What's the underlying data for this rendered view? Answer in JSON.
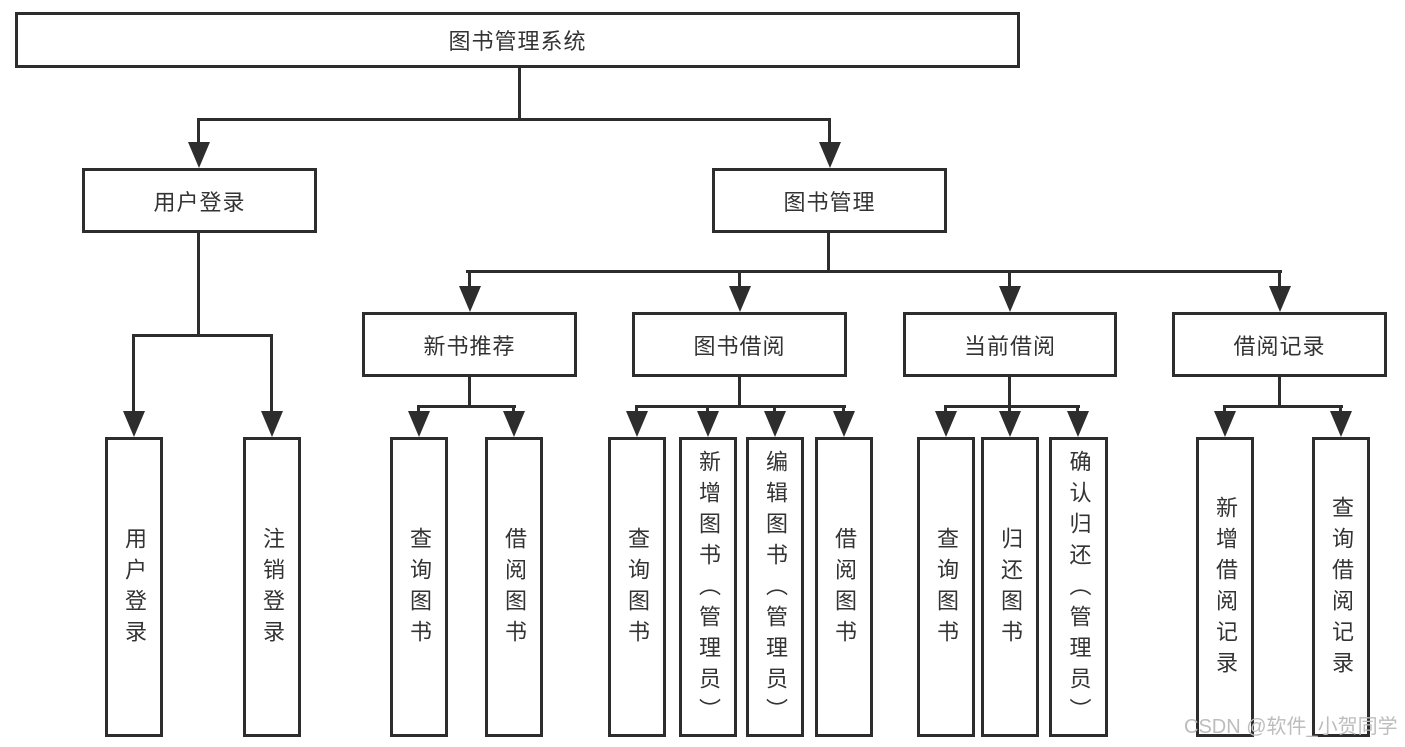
{
  "tree": {
    "root": {
      "label": "图书管理系统",
      "children": [
        {
          "label": "用户登录",
          "children": [
            {
              "label": "用户登录"
            },
            {
              "label": "注销登录"
            }
          ]
        },
        {
          "label": "图书管理",
          "children": [
            {
              "label": "新书推荐",
              "children": [
                {
                  "label": "查询图书"
                },
                {
                  "label": "借阅图书"
                }
              ]
            },
            {
              "label": "图书借阅",
              "children": [
                {
                  "label": "查询图书"
                },
                {
                  "label": "新增图书（管理员）"
                },
                {
                  "label": "编辑图书（管理员）"
                },
                {
                  "label": "借阅图书"
                }
              ]
            },
            {
              "label": "当前借阅",
              "children": [
                {
                  "label": "查询图书"
                },
                {
                  "label": "归还图书"
                },
                {
                  "label": "确认归还（管理员）"
                }
              ]
            },
            {
              "label": "借阅记录",
              "children": [
                {
                  "label": "新增借阅记录"
                },
                {
                  "label": "查询借阅记录"
                }
              ]
            }
          ]
        }
      ]
    }
  },
  "watermark": "CSDN @软件_小贺同学",
  "colors": {
    "line": "#2d2d2d",
    "text": "#333333",
    "watermark": "#bdbdbd",
    "background": "#ffffff"
  }
}
